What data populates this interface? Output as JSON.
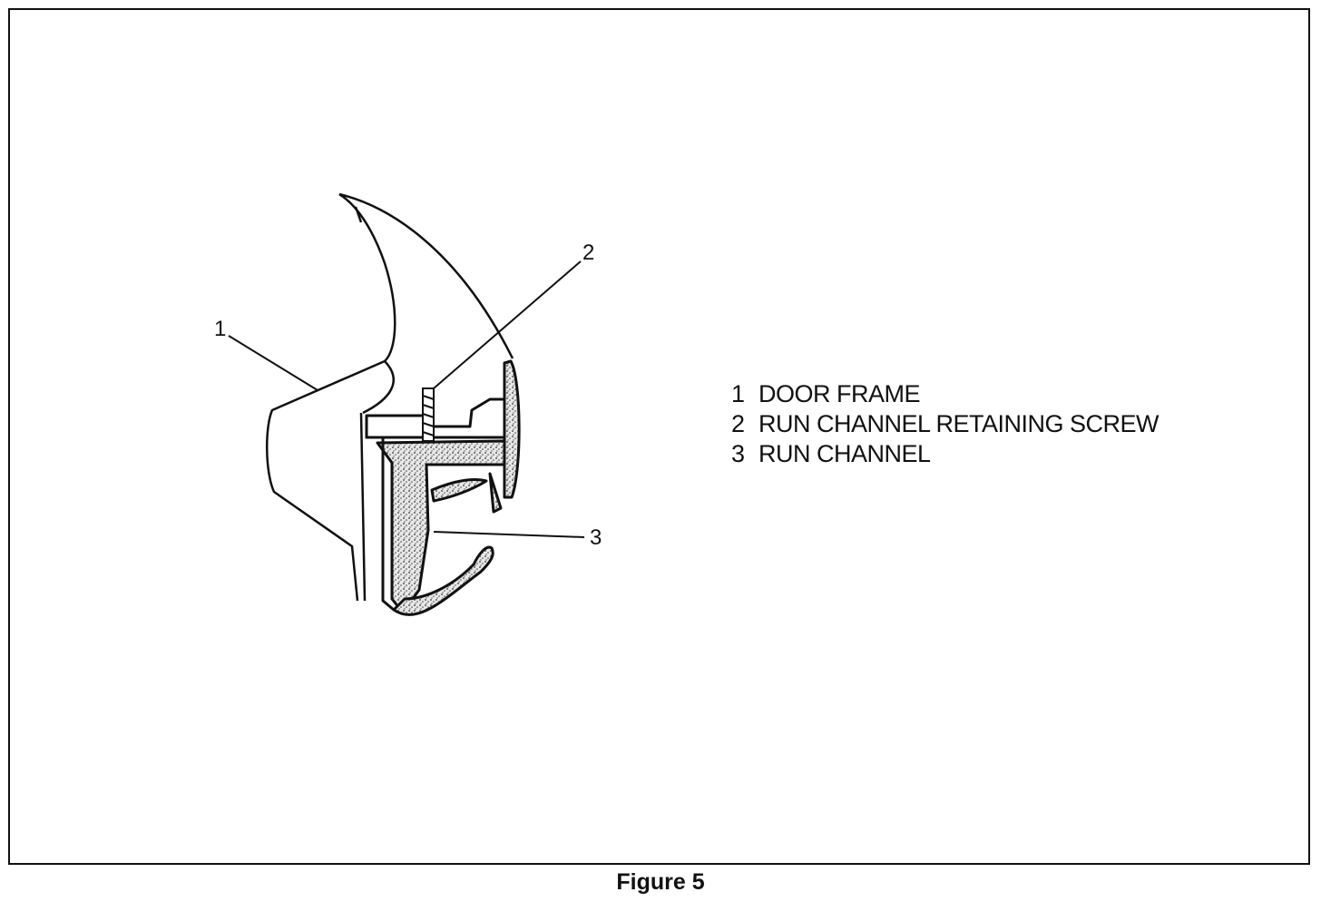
{
  "callouts": [
    {
      "num": "1",
      "label": "DOOR FRAME"
    },
    {
      "num": "2",
      "label": "RUN CHANNEL RETAINING SCREW"
    },
    {
      "num": "3",
      "label": "RUN CHANNEL"
    }
  ],
  "caption": "Figure 5",
  "colors": {
    "line": "#111111",
    "background": "#ffffff",
    "stipple": "#555555"
  }
}
